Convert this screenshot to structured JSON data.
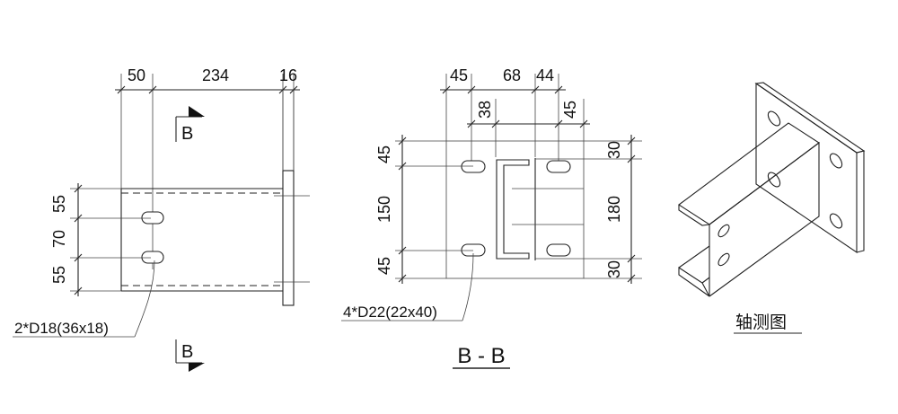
{
  "elevation": {
    "top_dims": [
      "50",
      "234",
      "16"
    ],
    "left_dims": [
      "55",
      "70",
      "55"
    ],
    "bolt_note": "2*D18(36x18)",
    "section_mark": "B"
  },
  "section_bb": {
    "top_dims_row1": [
      "45",
      "68",
      "44"
    ],
    "top_dims_row2": [
      "38",
      "45"
    ],
    "left_dims": [
      "45",
      "150",
      "45"
    ],
    "right_dims": [
      "30",
      "180",
      "30"
    ],
    "bolt_note": "4*D22(22x40)",
    "title": "B - B"
  },
  "isometric": {
    "title": "轴测图"
  }
}
